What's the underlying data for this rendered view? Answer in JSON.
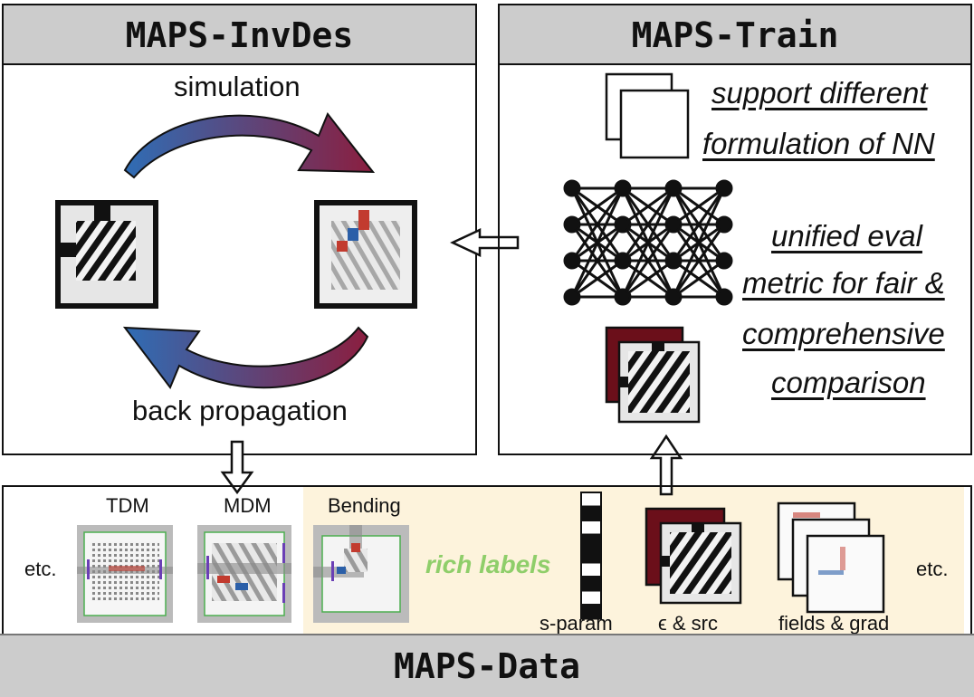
{
  "invdes": {
    "title": "MAPS-InvDes",
    "simulation_label": "simulation",
    "backprop_label": "back propagation"
  },
  "train": {
    "title": "MAPS-Train",
    "feature_1_line1": "support different",
    "feature_1_line2": "formulation of NN",
    "feature_2_line1": "unified eval",
    "feature_2_line2": "metric for fair &",
    "feature_2_line3": "comprehensive",
    "feature_2_line4": "comparison"
  },
  "data": {
    "title": "MAPS-Data",
    "etc_left": "etc.",
    "etc_right": "etc.",
    "device_tdm": "TDM",
    "device_mdm": "MDM",
    "device_bending": "Bending",
    "rich_labels": "rich labels",
    "label_sparam": "s-param",
    "label_eps": "ϵ & src",
    "label_fields": "fields & grad"
  },
  "colors": {
    "arrow_blue": "#2f6db5",
    "arrow_red": "#8b1e3f",
    "rich_green": "#8fce6a",
    "highlight_bg": "#fdf3dc",
    "header_gray": "#cccccc",
    "permittivity_dark": "#6b0f1a"
  }
}
